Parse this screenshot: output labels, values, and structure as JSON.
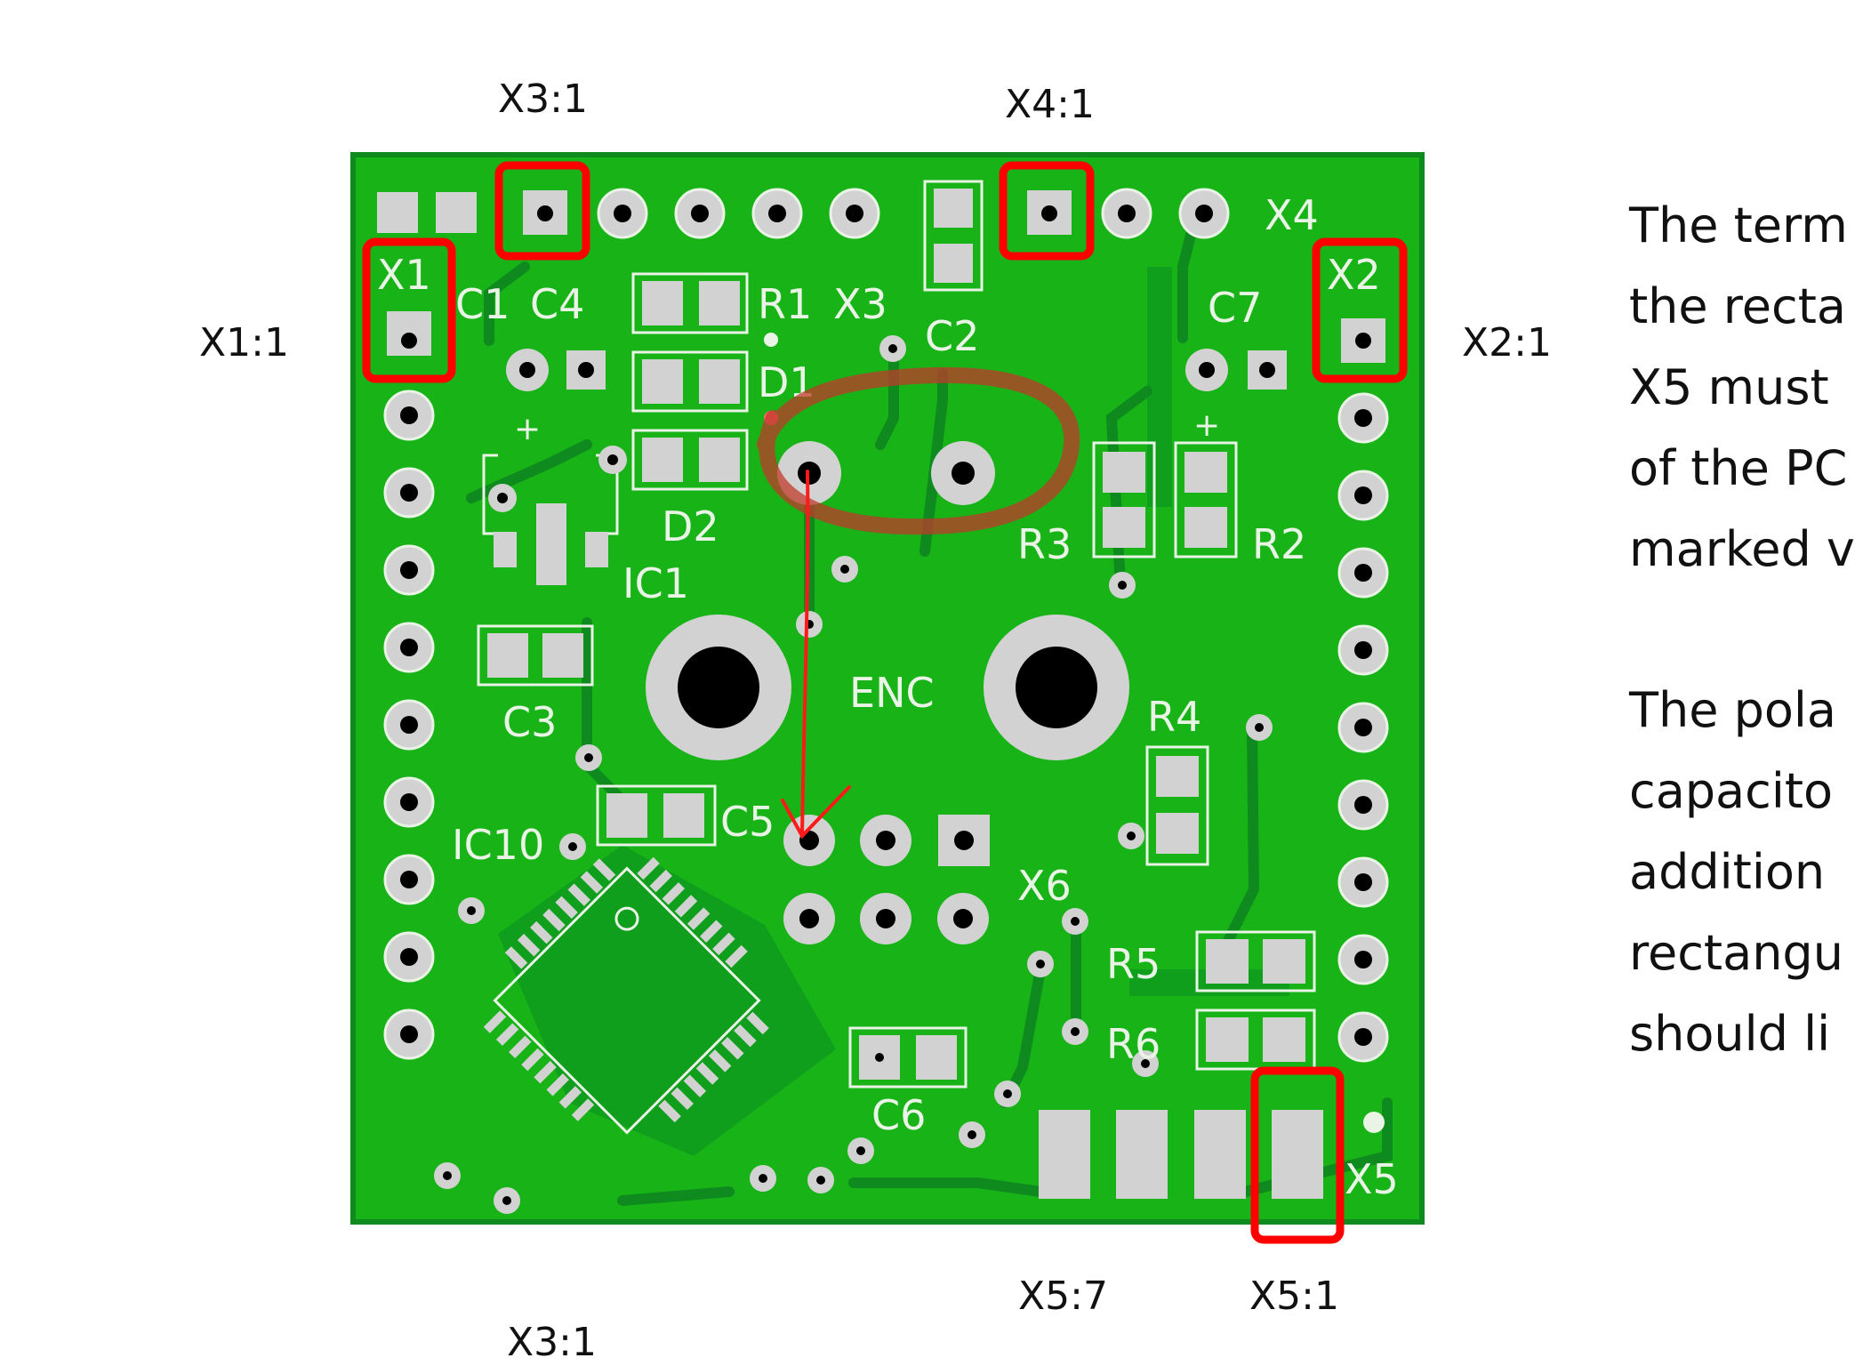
{
  "callouts": {
    "x3_1_top": "X3:1",
    "x4_1": "X4:1",
    "x1_1": "X1:1",
    "x2_1": "X2:1",
    "x5_7": "X5:7",
    "x5_1": "X5:1",
    "x3_1_bottom": "X3:1"
  },
  "silkscreen": {
    "x1": "X1",
    "x2": "X2",
    "x3": "X3",
    "x4": "X4",
    "x5": "X5",
    "x6": "X6",
    "c1": "C1",
    "c2": "C2",
    "c3": "C3",
    "c4": "C4",
    "c5": "C5",
    "c6": "C6",
    "c7": "C7",
    "r1": "R1",
    "r2": "R2",
    "r3": "R3",
    "r4": "R4",
    "r5": "R5",
    "r6": "R6",
    "d1": "D1",
    "d2": "D2",
    "ic1": "IC1",
    "ic10": "IC10",
    "enc": "ENC",
    "plus_left": "+",
    "plus_right": "+"
  },
  "notes": {
    "paragraph1": [
      "The term",
      "the recta",
      "X5 must",
      "of the PC",
      "marked v"
    ],
    "paragraph2": [
      "The pola",
      "capacito",
      "addition",
      "rectangu",
      "should li"
    ]
  },
  "colors": {
    "board": "#17b317",
    "board_dark": "#0f8a1f",
    "pad": "#d2d2d2",
    "silk": "#e9f3e6",
    "highlight": "#ff0000",
    "annotation": "#c0392b"
  }
}
